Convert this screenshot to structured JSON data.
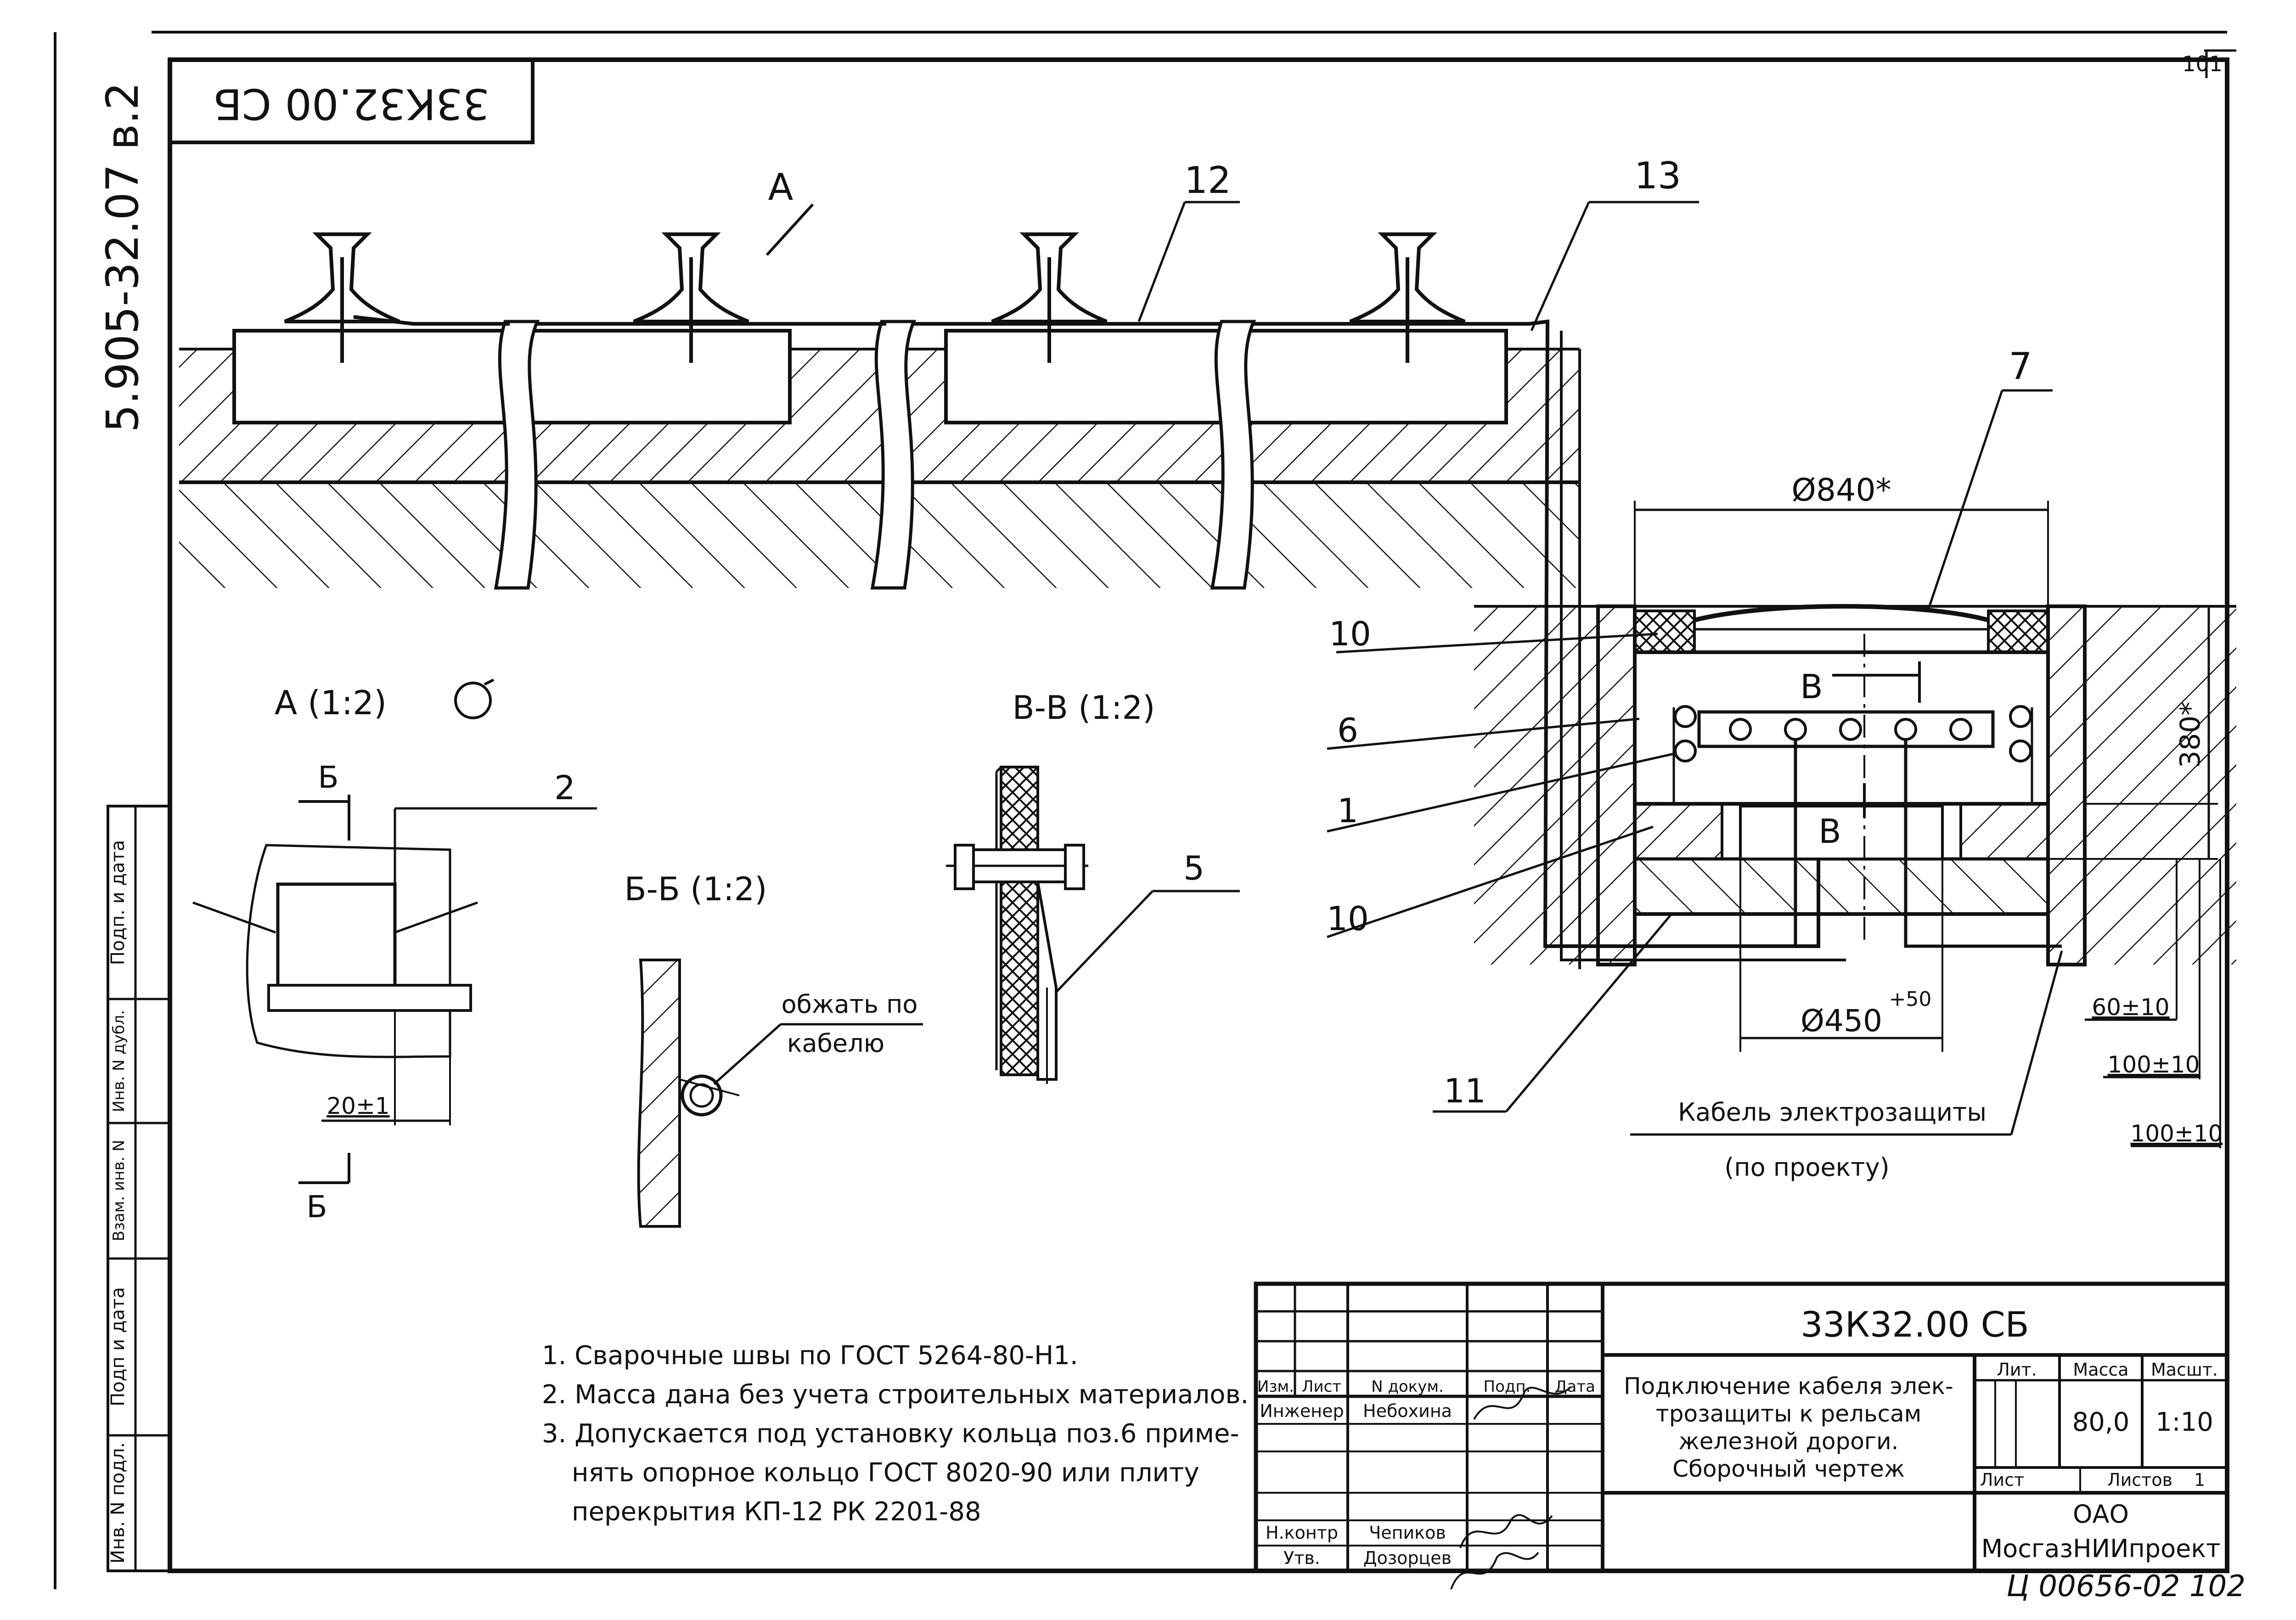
{
  "sheet": {
    "code_rotated": "33К32.00 СБ",
    "side_code": "5.905-32.07 в.2",
    "page_number": "101",
    "bottom_number": "Ц 00656-02 102"
  },
  "callouts": {
    "a_view": "А",
    "n12": "12",
    "n13": "13",
    "n7": "7",
    "n10a": "10",
    "n6": "6",
    "n1": "1",
    "n10b": "10",
    "n11": "11",
    "n2": "2",
    "n5": "5"
  },
  "views": {
    "a_detail": "А (1:2)",
    "bb_section": "Б-Б (1:2)",
    "vv_section": "В-В (1:2)",
    "b_mark_top": "Б",
    "b_mark_bottom": "Б",
    "v_mark_top": "В",
    "v_mark_bottom": "В"
  },
  "dimensions": {
    "d840": "Ø840*",
    "h380": "380*",
    "d450": "Ø450",
    "d450_tol": "+50",
    "d60": "60±10",
    "d100a": "100±10",
    "d100b": "100±10",
    "d20": "20±1"
  },
  "annotations": {
    "crimp_line1": "обжать по",
    "crimp_line2": "кабелю",
    "cable_line1": "Кабель электрозащиты",
    "cable_line2": "(по проекту)"
  },
  "notes": [
    "1. Сварочные швы по ГОСТ 5264-80-Н1.",
    "2. Масса дана без учета строительных материалов.",
    "3. Допускается под установку кольца поз.6 приме-",
    "нять опорное кольцо ГОСТ 8020-90 или плиту",
    "перекрытия КП-12 РК 2201-88"
  ],
  "left_strip": {
    "cells": [
      "Подп. и дата",
      "Инв. N дубл.",
      "Взам. инв. N",
      "Подп и дата",
      "Инв. N подл."
    ]
  },
  "title_block": {
    "doc_code": "33К32.00 СБ",
    "title_lines": [
      "Подключение кабеля элек-",
      "трозащиты к рельсам",
      "железной дороги.",
      "Сборочный чертеж"
    ],
    "headers": {
      "izm": "Изм.",
      "list": "Лист",
      "ndoc": "N докум.",
      "podp": "Подп.",
      "data": "Дата",
      "lit": "Лит.",
      "massa": "Масса",
      "masht": "Масшт."
    },
    "mass_value": "80,0",
    "scale_value": "1:10",
    "sheet_label": "Лист",
    "sheets_label": "Листов",
    "sheets_value": "1",
    "roles": [
      {
        "role": "Инженер",
        "name": "Небохина"
      },
      {
        "role": "Н.контр",
        "name": "Чепиков"
      },
      {
        "role": "Утв.",
        "name": "Дозорцев"
      }
    ],
    "org_line1": "ОАО",
    "org_line2": "МосгазНИИпроект"
  }
}
